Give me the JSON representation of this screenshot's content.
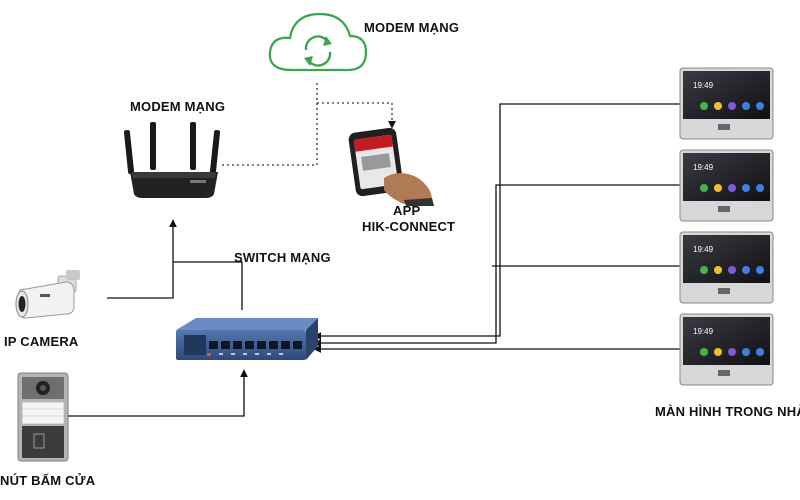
{
  "labels": {
    "modem_cloud": "MODEM MẠNG",
    "modem_router": "MODEM MẠNG",
    "app_line1": "APP",
    "app_line2": "HIK-CONNECT",
    "switch": "SWITCH MẠNG",
    "ip_camera": "IP CAMERA",
    "door_button": "NÚT BẤM CỬA",
    "indoor_monitors": "MÀN HÌNH TRONG NHÀ"
  },
  "monitor": {
    "time": "19:49"
  },
  "colors": {
    "cloud": "#3aa64c",
    "switch_body": "#3d5f96",
    "monitor_screen": "#1b1b1b",
    "line": "#111111"
  }
}
